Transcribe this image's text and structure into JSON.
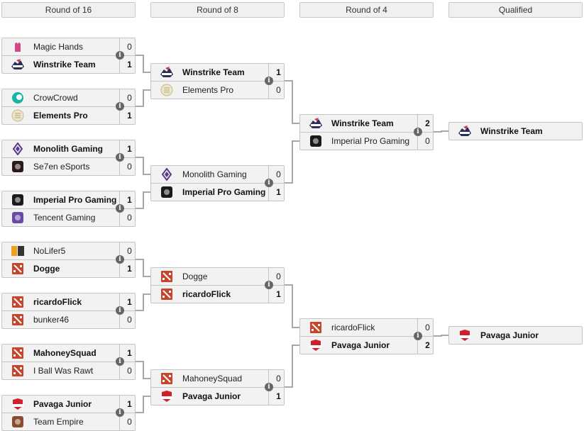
{
  "headers": [
    "Round of 16",
    "Round of 8",
    "Round of 4",
    "Qualified"
  ],
  "logo_colors": {
    "magic-hands": "#d6478a",
    "winstrike": "#2a2f5a",
    "crowcrowd": "#17b3a3",
    "elements-pro": "#c9b98c",
    "monolith": "#5b3a8c",
    "se7en": "#2a1a1a",
    "imperial-pro": "#1a1a1a",
    "tencent": "#6a4aa8",
    "nolifer5": "#f0a020",
    "dota": "#c8452c",
    "pavaga": "#d0202e",
    "team-empire": "#8a4a30"
  },
  "rounds": [
    [
      {
        "teams": [
          {
            "name": "Magic Hands",
            "score": "0",
            "winner": false,
            "logo": "magic-hands"
          },
          {
            "name": "Winstrike Team",
            "score": "1",
            "winner": true,
            "logo": "winstrike"
          }
        ]
      },
      {
        "teams": [
          {
            "name": "CrowCrowd",
            "score": "0",
            "winner": false,
            "logo": "crowcrowd"
          },
          {
            "name": "Elements Pro",
            "score": "1",
            "winner": true,
            "logo": "elements-pro"
          }
        ]
      },
      {
        "teams": [
          {
            "name": "Monolith Gaming",
            "score": "1",
            "winner": true,
            "logo": "monolith"
          },
          {
            "name": "Se7en eSports",
            "score": "0",
            "winner": false,
            "logo": "se7en"
          }
        ]
      },
      {
        "teams": [
          {
            "name": "Imperial Pro Gaming",
            "score": "1",
            "winner": true,
            "logo": "imperial-pro"
          },
          {
            "name": "Tencent Gaming",
            "score": "0",
            "winner": false,
            "logo": "tencent"
          }
        ]
      },
      {
        "teams": [
          {
            "name": "NoLifer5",
            "score": "0",
            "winner": false,
            "logo": "nolifer5"
          },
          {
            "name": "Dogge",
            "score": "1",
            "winner": true,
            "logo": "dota"
          }
        ]
      },
      {
        "teams": [
          {
            "name": "ricardoFlick",
            "score": "1",
            "winner": true,
            "logo": "dota"
          },
          {
            "name": "bunker46",
            "score": "0",
            "winner": false,
            "logo": "dota"
          }
        ]
      },
      {
        "teams": [
          {
            "name": "MahoneySquad",
            "score": "1",
            "winner": true,
            "logo": "dota"
          },
          {
            "name": "I Ball Was Rawt",
            "score": "0",
            "winner": false,
            "logo": "dota"
          }
        ]
      },
      {
        "teams": [
          {
            "name": "Pavaga Junior",
            "score": "1",
            "winner": true,
            "logo": "pavaga"
          },
          {
            "name": "Team Empire",
            "score": "0",
            "winner": false,
            "logo": "team-empire"
          }
        ]
      }
    ],
    [
      {
        "teams": [
          {
            "name": "Winstrike Team",
            "score": "1",
            "winner": true,
            "logo": "winstrike"
          },
          {
            "name": "Elements Pro",
            "score": "0",
            "winner": false,
            "logo": "elements-pro"
          }
        ]
      },
      {
        "teams": [
          {
            "name": "Monolith Gaming",
            "score": "0",
            "winner": false,
            "logo": "monolith"
          },
          {
            "name": "Imperial Pro Gaming",
            "score": "1",
            "winner": true,
            "logo": "imperial-pro"
          }
        ]
      },
      {
        "teams": [
          {
            "name": "Dogge",
            "score": "0",
            "winner": false,
            "logo": "dota"
          },
          {
            "name": "ricardoFlick",
            "score": "1",
            "winner": true,
            "logo": "dota"
          }
        ]
      },
      {
        "teams": [
          {
            "name": "MahoneySquad",
            "score": "0",
            "winner": false,
            "logo": "dota"
          },
          {
            "name": "Pavaga Junior",
            "score": "1",
            "winner": true,
            "logo": "pavaga"
          }
        ]
      }
    ],
    [
      {
        "teams": [
          {
            "name": "Winstrike Team",
            "score": "2",
            "winner": true,
            "logo": "winstrike"
          },
          {
            "name": "Imperial Pro Gaming",
            "score": "0",
            "winner": false,
            "logo": "imperial-pro"
          }
        ]
      },
      {
        "teams": [
          {
            "name": "ricardoFlick",
            "score": "0",
            "winner": false,
            "logo": "dota"
          },
          {
            "name": "Pavaga Junior",
            "score": "2",
            "winner": true,
            "logo": "pavaga"
          }
        ]
      }
    ],
    [
      {
        "teams": [
          {
            "name": "Winstrike Team",
            "winner": true,
            "logo": "winstrike"
          }
        ]
      },
      {
        "teams": [
          {
            "name": "Pavaga Junior",
            "winner": true,
            "logo": "pavaga"
          }
        ]
      }
    ]
  ],
  "info_icon": "i"
}
